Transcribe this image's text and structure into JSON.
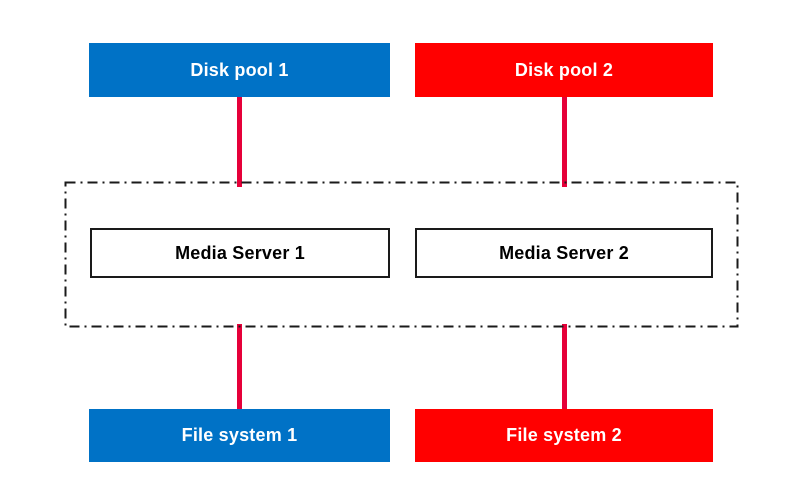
{
  "nodes": {
    "disk_pool_1": {
      "label": "Disk pool 1"
    },
    "disk_pool_2": {
      "label": "Disk pool 2"
    },
    "media_server_1": {
      "label": "Media Server 1"
    },
    "media_server_2": {
      "label": "Media Server 2"
    },
    "file_system_1": {
      "label": "File system 1"
    },
    "file_system_2": {
      "label": "File system 2"
    }
  },
  "colors": {
    "blue": "#0072C6",
    "red": "#FF0000",
    "connector_red": "#E60039",
    "box_border": "#1A1A1A",
    "text_on_color": "#FFFFFF"
  }
}
